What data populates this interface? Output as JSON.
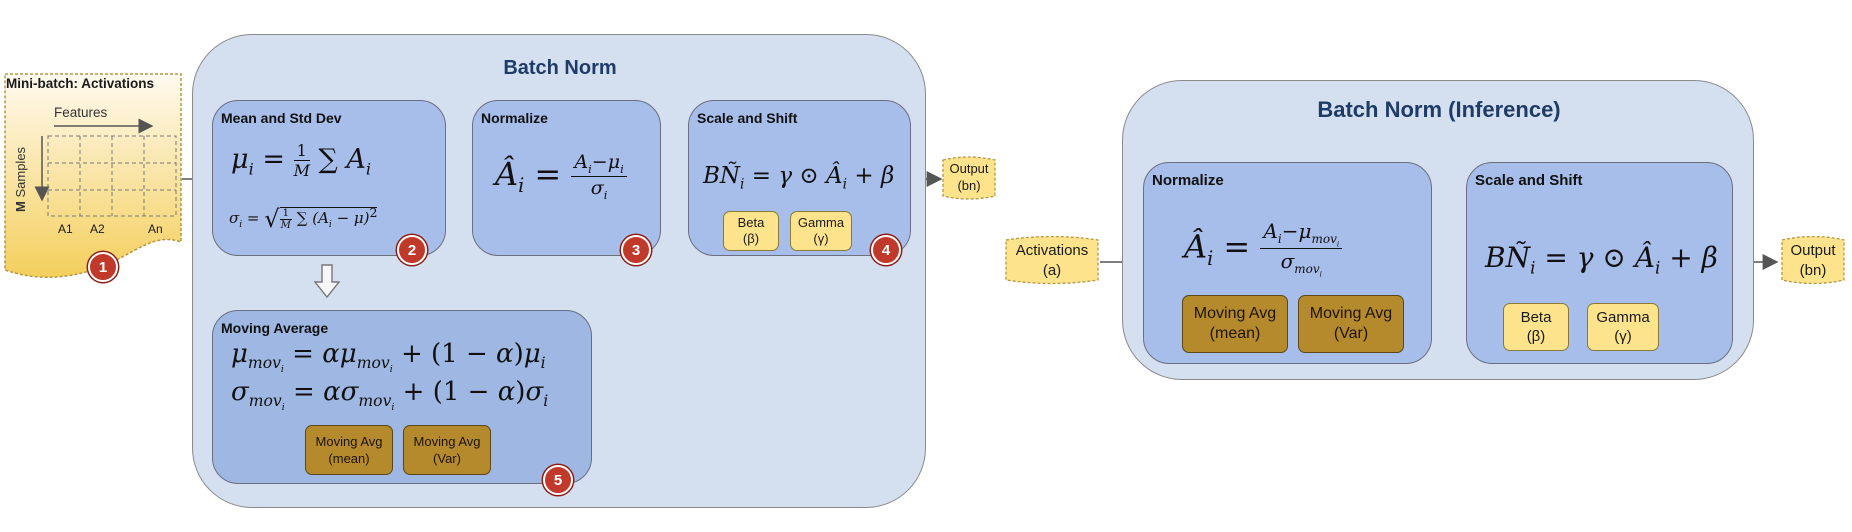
{
  "minibatch": {
    "title": "Mini-batch: Activations",
    "features_label": "Features",
    "samples_label_bold": "M",
    "samples_label": "Samples",
    "col_labels": [
      "A1",
      "A2",
      "An"
    ],
    "badge": "1"
  },
  "training": {
    "title": "Batch Norm",
    "mean_std": {
      "title": "Mean and Std Dev",
      "formula_mean": "μi = 1/M ∑ Ai",
      "formula_std": "σi = √(1/M ∑ (Ai − μ)²)",
      "badge": "2"
    },
    "normalize": {
      "title": "Normalize",
      "formula": "Âi = (Ai − μi) / σi",
      "badge": "3"
    },
    "scale_shift": {
      "title": "Scale and Shift",
      "formula": "BÑi = γ ⊙ Âi + β",
      "beta_line1": "Beta",
      "beta_line2": "(β)",
      "gamma_line1": "Gamma",
      "gamma_line2": "(γ)",
      "badge": "4"
    },
    "moving_average": {
      "title": "Moving Average",
      "formula_mean": "μmovi = αμmovi + (1 − α)μi",
      "formula_std": "σmovi = ασmovi + (1 − α)σi",
      "chip_mean_line1": "Moving Avg",
      "chip_mean_line2": "(mean)",
      "chip_var_line1": "Moving Avg",
      "chip_var_line2": "(Var)",
      "badge": "5"
    },
    "output_line1": "Output",
    "output_line2": "(bn)"
  },
  "inference": {
    "title": "Batch Norm (Inference)",
    "input_line1": "Activations",
    "input_line2": "(a)",
    "normalize": {
      "title": "Normalize",
      "formula": "Âi = (Ai − μmovi) / σmovi",
      "chip_mean_line1": "Moving Avg",
      "chip_mean_line2": "(mean)",
      "chip_var_line1": "Moving Avg",
      "chip_var_line2": "(Var)"
    },
    "scale_shift": {
      "title": "Scale and Shift",
      "formula": "BÑi = γ ⊙ Âi + β",
      "beta_line1": "Beta",
      "beta_line2": "(β)",
      "gamma_line1": "Gamma",
      "gamma_line2": "(γ)"
    },
    "output_line1": "Output",
    "output_line2": "(bn)"
  },
  "colors": {
    "outer_panel": "#d4dff0",
    "inner_panel": "#a7bdea",
    "title_text": "#1f3c67",
    "param_chip": "#fde48c",
    "moving_avg_chip": "#b58a2c",
    "badge": "#c0392b",
    "tape": "#fde48c"
  }
}
